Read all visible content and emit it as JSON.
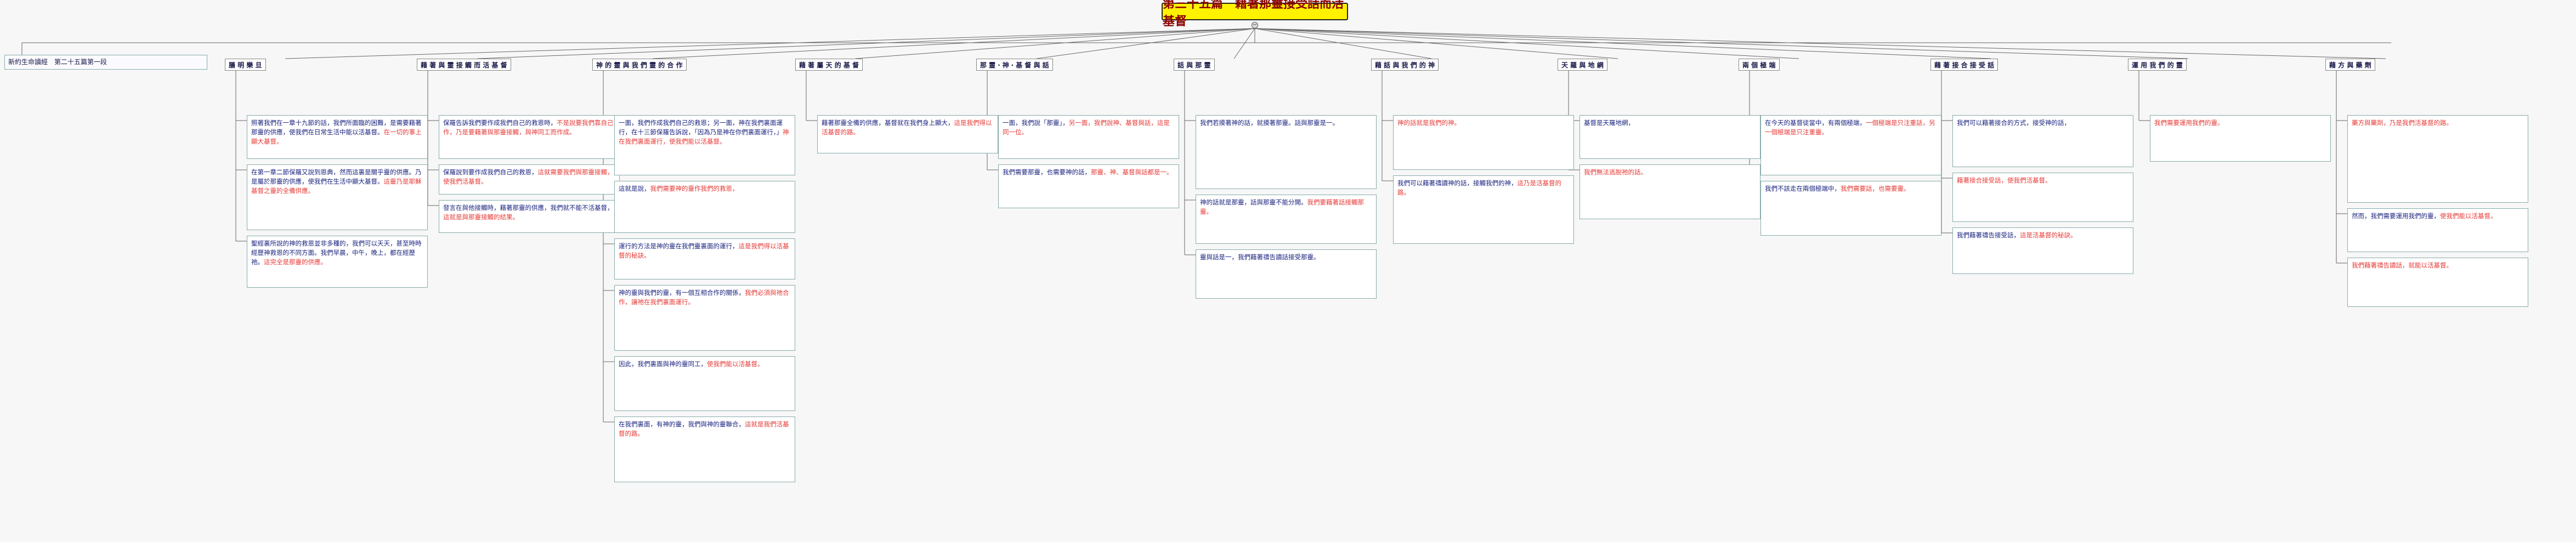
{
  "title": "第三十五篇　藉著那靈接受話而活基督",
  "root_label": "",
  "intro": {
    "plain": "新約生命讀經　第二十五篇第一段",
    "hl": ""
  },
  "categories": [
    "膳 明 樂 旦",
    "藉 著 與 靈 接 觸 而 活 基 督",
    "神 的 靈 與 我 們 靈 的 合 作",
    "藉 著 屬 天 的 基 督",
    "那 靈 ‧ 神 ‧ 基 督 與 話",
    "話 與 那 靈",
    "藉 話 與 我 們 的 神",
    "天 羅 與 地 網",
    "兩 個 極 端",
    "藉 著 接 合 接 受 話",
    "運 用 我 們 的 靈",
    "藉 方 與 藥 劑"
  ],
  "columns": [
    {
      "boxes": [
        {
          "plain": "照著我們在一章十九節的話，我們所面臨的困難，是需要藉著那靈的供應，使我們在日常生活中能以活基督。",
          "hl": "在一切的事上顯大基督。"
        },
        {
          "plain": "在第一章二節保羅又說到恩典，然而這裏是關乎靈的供應。乃是屬於那靈的供應，使我們在生活中顯大基督。",
          "hl": "這靈乃是耶穌基督之靈的全備供應。"
        },
        {
          "plain": "聖經裏所說的神的救恩並非多種的，我們可以天天，甚至時時經歷神救恩的不同方面。我們早晨，中午，晚上，都在經歷祂。",
          "hl": "這完全是那靈的供應。"
        }
      ]
    },
    {
      "boxes": [
        {
          "plain": "保羅告訴我們要作成我們自己的救恩時，",
          "hl": "不是說要我們靠自己作，乃是要藉著與那靈接觸，與神同工而作成。"
        },
        {
          "plain": "保羅說到要作成我們自己的救恩，",
          "hl": "這就需要我們與那靈接觸，使我們活基督。"
        },
        {
          "plain": "發言在與他接觸時，藉著那靈的供應，我們就不能不活基督，",
          "hl": "這就是與那靈接觸的結果。"
        }
      ]
    },
    {
      "boxes": [
        {
          "plain": "一面，我們作成我們自己的救恩；另一面，神在我們裏面運行，在十三節保羅告訴說，「因為乃是神在你們裏面運行，」",
          "hl": "神在我們裏面運行，使我們能以活基督。"
        },
        {
          "plain": "這就是說，",
          "hl": "我們需要神的靈作我們的救恩，"
        },
        {
          "plain": "運行的方法是神的靈在我們靈裏面的運行，",
          "hl": "這是我們得以活基督的秘訣。"
        },
        {
          "plain": "神的靈與我們的靈，有一個互相合作的關係，",
          "hl": "我們必須與祂合作，讓祂在我們裏面運行。"
        },
        {
          "plain": "因此，我們裏面與神的靈同工，",
          "hl": "使我們能以活基督。"
        },
        {
          "plain": "在我們裏面，有神的靈，我們與神的靈聯合，",
          "hl": "這就是我們活基督的路。"
        }
      ]
    },
    {
      "boxes": [
        {
          "plain": "藉著那靈全備的供應，基督就在我們身上顯大，",
          "hl": "這是我們得以活基督的路。"
        }
      ]
    },
    {
      "boxes": [
        {
          "plain": "一面，我們說「那靈」，",
          "hl": "另一面，我們說神、基督與話，這是同一位。"
        },
        {
          "plain": "我們需要那靈，也需要神的話，",
          "hl": "那靈、神、基督與話都是一。"
        }
      ]
    },
    {
      "boxes": [
        {
          "plain": "我們若摸著神的話，就摸著那靈。話與那靈是一。",
          "hl": ""
        },
        {
          "plain": "神的話就是那靈，話與那靈不能分開。",
          "hl": "我們要藉著話接觸那靈。"
        },
        {
          "plain": "靈與話是一，我們藉著禱告讀話接受那靈。",
          "hl": ""
        }
      ]
    },
    {
      "boxes": [
        {
          "plain": "",
          "hl": "神的話就是我們的神。"
        },
        {
          "plain": "我們可以藉著禱讀神的話，接觸我們的神，",
          "hl": "這乃是活基督的路。"
        }
      ]
    },
    {
      "boxes": [
        {
          "plain": "基督是天羅地網，",
          "hl": ""
        },
        {
          "plain": "",
          "hl": "我們無法逃脫祂的話。"
        }
      ]
    },
    {
      "boxes": [
        {
          "plain": "在今天的基督徒當中，有兩個極端，",
          "hl": "一個極端是只注重話，另一個極端是只注重靈。"
        },
        {
          "plain": "我們不該走在兩個極端中，",
          "hl": "我們需要話，也需要靈。"
        }
      ]
    },
    {
      "boxes": [
        {
          "plain": "我們可以藉著接合的方式，接受神的話，",
          "hl": ""
        },
        {
          "plain": "",
          "hl": "藉著接合接受話，使我們活基督。"
        },
        {
          "plain": "我們藉著禱告接受話，",
          "hl": "這是活基督的秘訣。"
        }
      ]
    },
    {
      "boxes": [
        {
          "plain": "",
          "hl": "我們需要運用我們的靈。"
        }
      ]
    },
    {
      "boxes": [
        {
          "plain": "",
          "hl": "藥方與藥劑，乃是我們活基督的路。"
        },
        {
          "plain": "然而，我們需要運用我們的靈，",
          "hl": "使我們能以活基督。"
        },
        {
          "plain": "",
          "hl": "我們藉著禱告讀話，就能以活基督。"
        }
      ]
    }
  ]
}
